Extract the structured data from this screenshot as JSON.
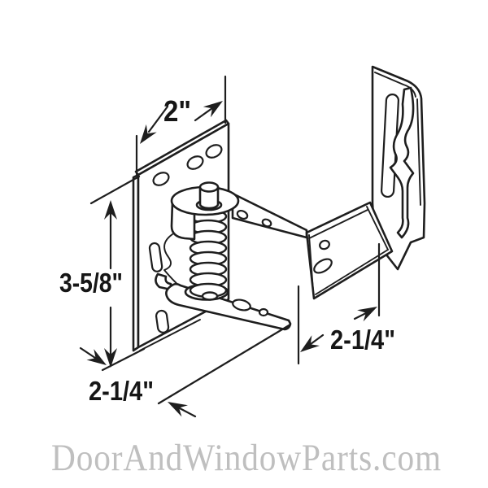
{
  "dimensions": {
    "top_width": "2\"",
    "left_height": "3-5/8\"",
    "bottom_depth": "2-1/4\"",
    "right_depth": "2-1/4\""
  },
  "watermark": "DoorAndWindowParts.com",
  "colors": {
    "line": "#1e1e1e",
    "background": "#ffffff",
    "watermark": "#bfbfbf"
  }
}
